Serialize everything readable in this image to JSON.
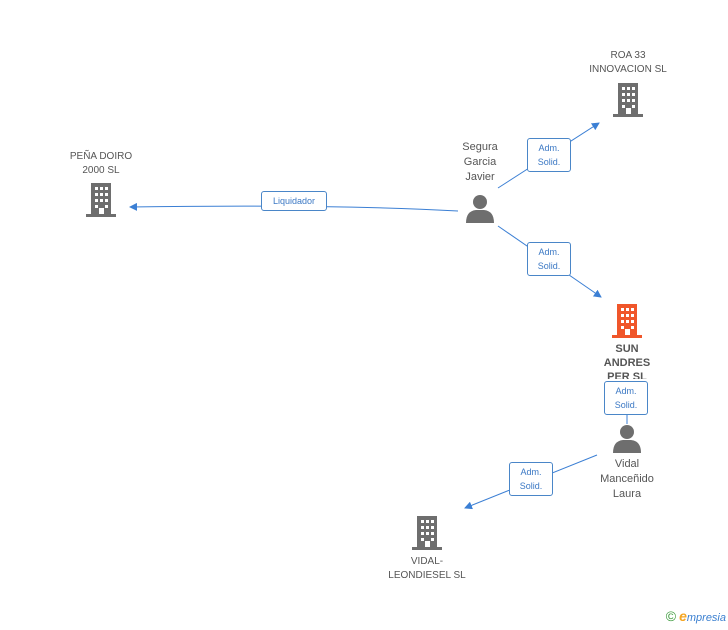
{
  "nodes": {
    "pena_doiro": {
      "line1": "PEÑA DOIRO",
      "line2": "2000 SL"
    },
    "roa33": {
      "line1": "ROA 33",
      "line2": "INNOVACION  SL"
    },
    "segura": {
      "line1": "Segura",
      "line2": "Garcia",
      "line3": "Javier"
    },
    "sun_andres": {
      "line1": "SUN",
      "line2": "ANDRES",
      "line3": "PER SL"
    },
    "vidal_person": {
      "line1": "Vidal",
      "line2": "Manceñido",
      "line3": "Laura"
    },
    "vidal_leondiesel": {
      "line1": "VIDAL-",
      "line2": "LEONDIESEL SL"
    }
  },
  "edges": {
    "liquidador": {
      "label": "Liquidador"
    },
    "adm_roa": {
      "line1": "Adm.",
      "line2": "Solid."
    },
    "adm_sun": {
      "line1": "Adm.",
      "line2": "Solid."
    },
    "adm_vidal_sun": {
      "line1": "Adm.",
      "line2": "Solid."
    },
    "adm_vidal_leon": {
      "line1": "Adm.",
      "line2": "Solid."
    }
  },
  "colors": {
    "edge": "#3b7fd4",
    "company": "#6e6e6e",
    "company_main": "#f0562a",
    "person": "#6e6e6e"
  },
  "footer": {
    "copyright": "©",
    "brand_e": "e",
    "brand_rest": "mpresia"
  }
}
